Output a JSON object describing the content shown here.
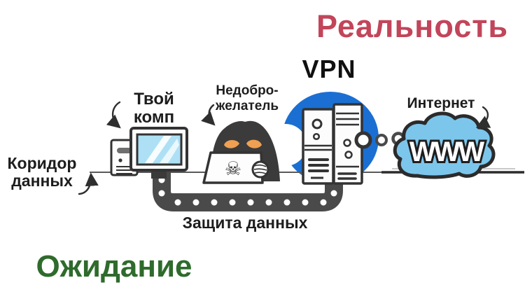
{
  "titles": {
    "reality": "Реальность",
    "expectation": "Ожидание"
  },
  "labels": {
    "vpn": "VPN",
    "internet": "Интернет",
    "your_computer": "Твой\nкомп",
    "adversary": "Недобро-\nжелатель",
    "data_corridor": "Коридор\nданных",
    "data_protection": "Защита данных"
  },
  "cloud": {
    "www_label": "WWW"
  },
  "icons": {
    "skull": "☠"
  },
  "colors": {
    "background": "#ffffff",
    "reality_red": "#c2455a",
    "expectation_green": "#2e6b2c",
    "vpn_blue": "#1b6fd2",
    "cloud_blue": "#7cc6ec",
    "screen_blue": "#ade0f5",
    "pipe_gray": "#4a4a4a",
    "eye_orange": "#f0a052",
    "ink": "#2f2f2f"
  }
}
